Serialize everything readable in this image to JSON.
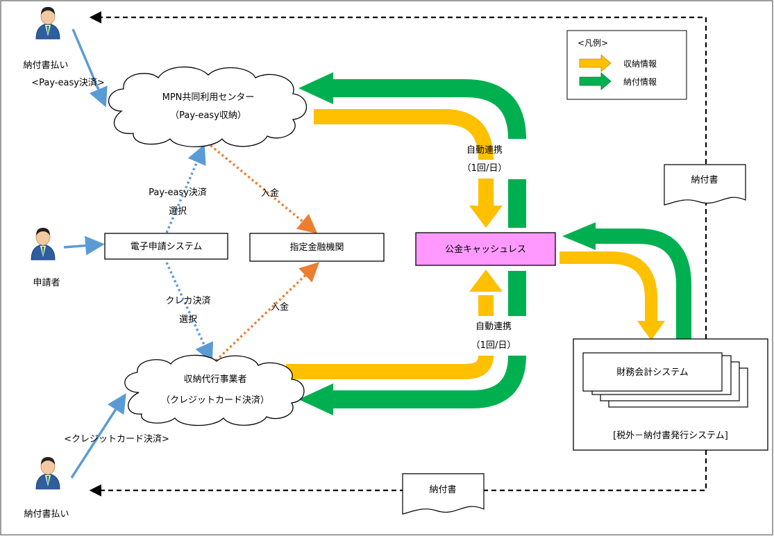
{
  "legend": {
    "title": "<凡例>",
    "items": [
      {
        "label": "収納情報",
        "color": "#FFC000"
      },
      {
        "label": "納付情報",
        "color": "#00B050"
      }
    ]
  },
  "actors": {
    "top_payer": "納付書払い",
    "applicant": "申請者",
    "bottom_payer": "納付書払い"
  },
  "nodes": {
    "mpn_center": {
      "line1": "MPN共同利用センター",
      "line2": "（Pay-easy収納）"
    },
    "e_application": "電子申請システム",
    "designated_bank": "指定金融機関",
    "cashless": "公金キャッシュレス",
    "agent": {
      "line1": "収納代行事業者",
      "line2": "（クレジットカード決済）"
    },
    "finance_system": "財務会計システム",
    "tax_system_label": "[税外－納付書発行システム]",
    "bill_doc_right": "納付書",
    "bill_doc_bottom": "納付書"
  },
  "labels": {
    "pay_easy_settle": "<Pay-easy決済>",
    "credit_settle": "<クレジットカード決済>",
    "pay_easy_select_1": "Pay-easy決済",
    "pay_easy_select_2": "選択",
    "credit_select_1": "クレカ決済",
    "credit_select_2": "選択",
    "deposit_top": "入金",
    "deposit_bottom": "入金",
    "auto_link_top_1": "自動連携",
    "auto_link_top_2": "（1回/日）",
    "auto_link_bottom_1": "自動連携",
    "auto_link_bottom_2": "（1回/日）"
  },
  "colors": {
    "blue_arrow": "#5B9BD5",
    "orange_arrow": "#ED7D31",
    "yellow": "#FFC000",
    "green": "#00B050",
    "pink_box": "#FF99FF",
    "frame": "#7F7F7F"
  }
}
